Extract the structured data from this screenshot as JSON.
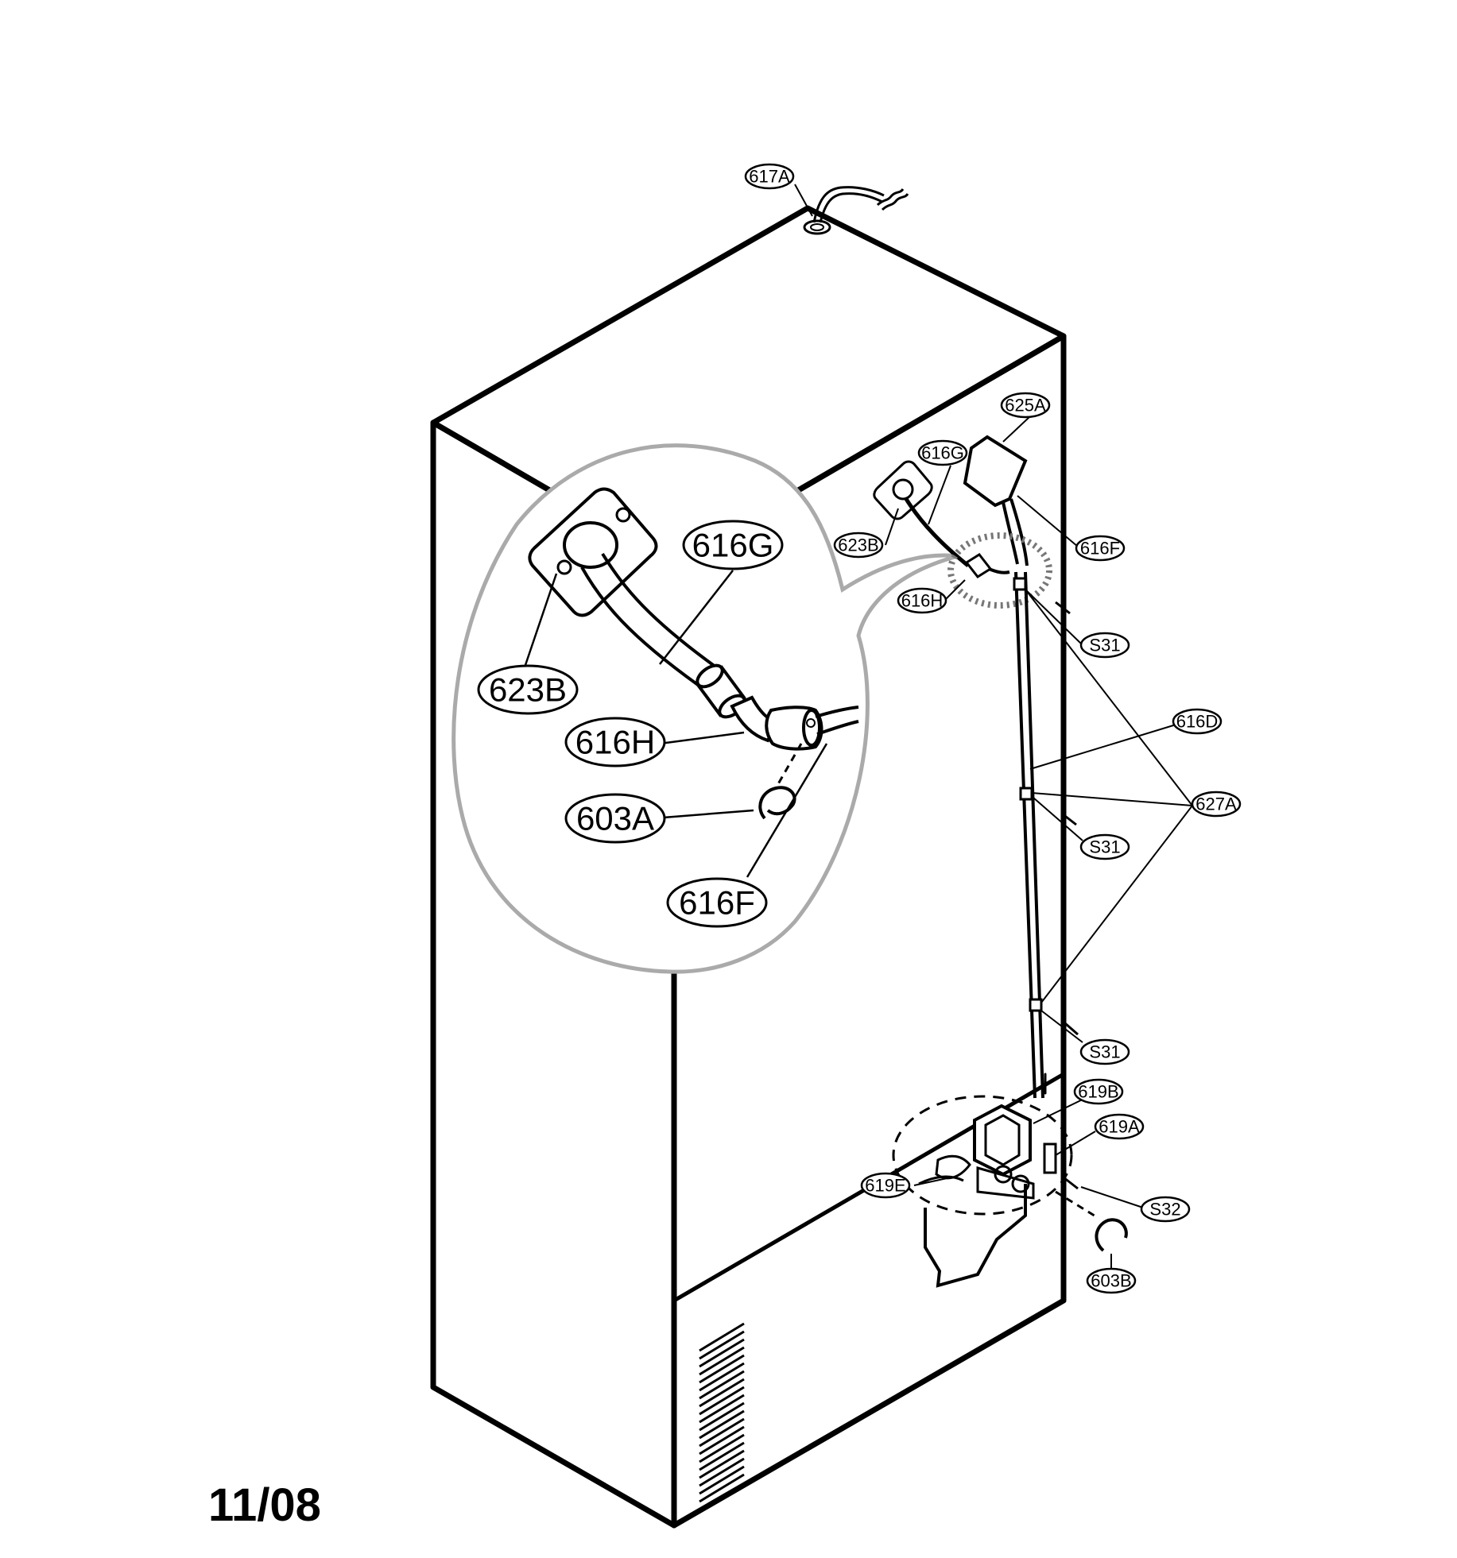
{
  "diagram": {
    "date_code": "11/08",
    "callouts": {
      "c617A": "617A",
      "c625A": "625A",
      "c616G": "616G",
      "c623B": "623B",
      "c616F": "616F",
      "c616H": "616H",
      "cS31a": "S31",
      "c616D": "616D",
      "c627A": "627A",
      "cS31b": "S31",
      "cS31c": "S31",
      "c619B": "619B",
      "c619A": "619A",
      "c619E": "619E",
      "cS32": "S32",
      "c603B": "603B"
    },
    "detail_callouts": {
      "d616G": "616G",
      "d623B": "623B",
      "d616H": "616H",
      "d603A": "603A",
      "d616F": "616F"
    }
  }
}
